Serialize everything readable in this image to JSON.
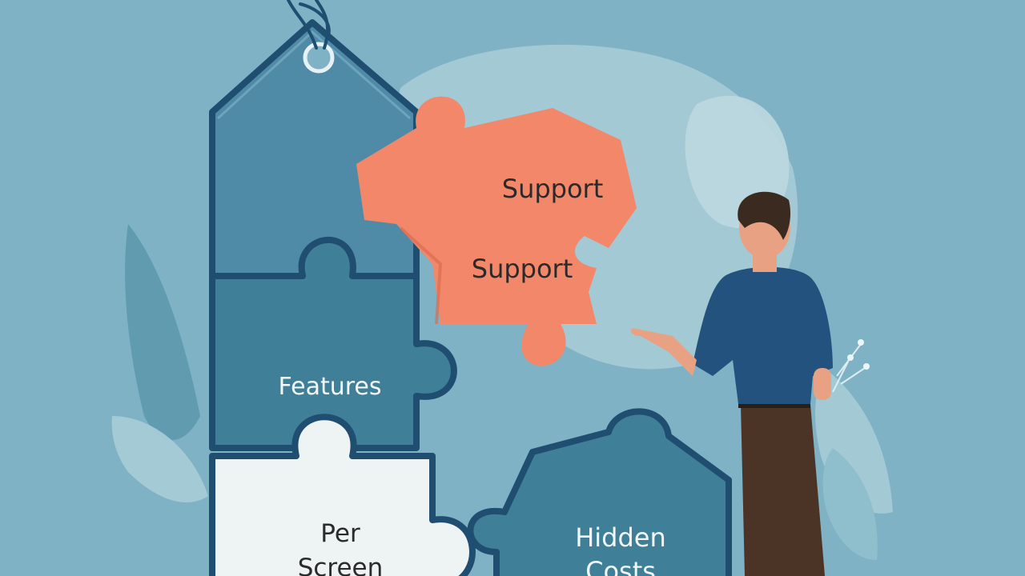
{
  "illustration": {
    "pieces": {
      "tag_label": "",
      "features": "Features",
      "per_screen_line1": "Per",
      "per_screen_line2": "Screen",
      "hidden_costs_line1": "Hidden",
      "hidden_costs_line2": "Costs",
      "support_top": "Support",
      "support_bottom": "Support"
    },
    "colors": {
      "background": "#7fb2c4",
      "tag_blue": "#4f8aa6",
      "piece_teal": "#3f7f98",
      "piece_white": "#eef3f4",
      "piece_coral": "#f2876a",
      "outline_navy": "#1f4e70",
      "leaf_light": "#a9cdd7",
      "shirt_blue": "#23527f",
      "trousers_brown": "#4b3326",
      "skin": "#e8a283",
      "hair": "#3b2a20"
    }
  }
}
